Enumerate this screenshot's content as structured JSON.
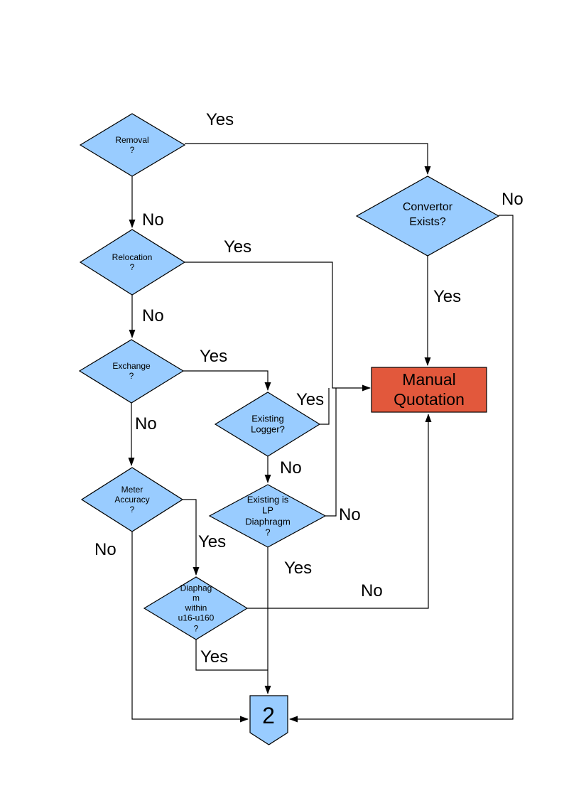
{
  "colors": {
    "node_fill": "#99CCFF",
    "node_border": "#000000",
    "manual_quotation_fill": "#E2583C",
    "line_color": "#000000"
  },
  "nodes": {
    "removal": {
      "label": "Removal\n?"
    },
    "convertor": {
      "label": "Convertor\nExists?"
    },
    "relocation": {
      "label": "Relocation\n?"
    },
    "exchange": {
      "label": "Exchange\n?"
    },
    "existing_logger": {
      "label": "Existing\nLogger?"
    },
    "existing_lp_diaphragm": {
      "label": "Existing is\nLP\nDiaphragm\n?"
    },
    "meter_accuracy": {
      "label": "Meter\nAccuracy\n?"
    },
    "diaphragm_within": {
      "label": "Diaphag\nm\nwithin\nu16-u160\n?"
    },
    "manual_quotation": {
      "label": "Manual\nQuotation"
    },
    "connector_2": {
      "label": "2"
    }
  },
  "edge_labels": {
    "removal_yes": "Yes",
    "removal_no": "No",
    "relocation_yes": "Yes",
    "relocation_no": "No",
    "exchange_yes": "Yes",
    "exchange_no": "No",
    "convertor_yes": "Yes",
    "convertor_no": "No",
    "existing_logger_yes": "Yes",
    "existing_logger_no": "No",
    "lp_diaphragm_yes": "Yes",
    "lp_diaphragm_no": "No",
    "meter_accuracy_yes": "Yes",
    "meter_accuracy_no": "No",
    "diaphragm_within_yes": "Yes",
    "diaphragm_within_no": "No"
  }
}
